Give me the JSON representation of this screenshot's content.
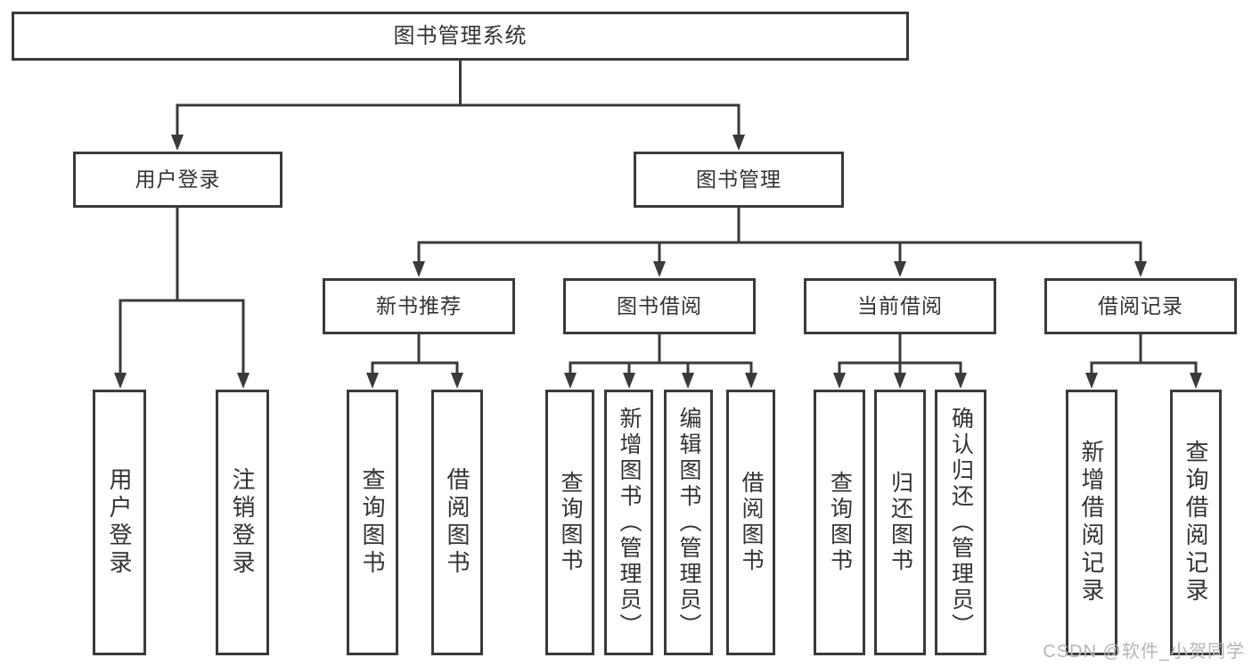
{
  "diagram": {
    "root": {
      "label": "图书管理系统"
    },
    "branches": [
      {
        "label": "用户登录",
        "leaves": [
          {
            "label": "用户登录"
          },
          {
            "label": "注销登录"
          }
        ]
      },
      {
        "label": "图书管理",
        "groups": [
          {
            "label": "新书推荐",
            "leaves": [
              {
                "label": "查询图书"
              },
              {
                "label": "借阅图书"
              }
            ]
          },
          {
            "label": "图书借阅",
            "leaves": [
              {
                "label": "查询图书"
              },
              {
                "label": "新增图书（管理员）"
              },
              {
                "label": "编辑图书（管理员）"
              },
              {
                "label": "借阅图书"
              }
            ]
          },
          {
            "label": "当前借阅",
            "leaves": [
              {
                "label": "查询图书"
              },
              {
                "label": "归还图书"
              },
              {
                "label": "确认归还（管理员）"
              }
            ]
          },
          {
            "label": "借阅记录",
            "leaves": [
              {
                "label": "新增借阅记录"
              },
              {
                "label": "查询借阅记录"
              }
            ]
          }
        ]
      }
    ]
  },
  "watermark": {
    "text": "CSDN @软件_小贺同学"
  },
  "colors": {
    "line": "#3a3a3a",
    "text": "#333333",
    "background": "#ffffff",
    "watermark": "#b5b5b5"
  }
}
